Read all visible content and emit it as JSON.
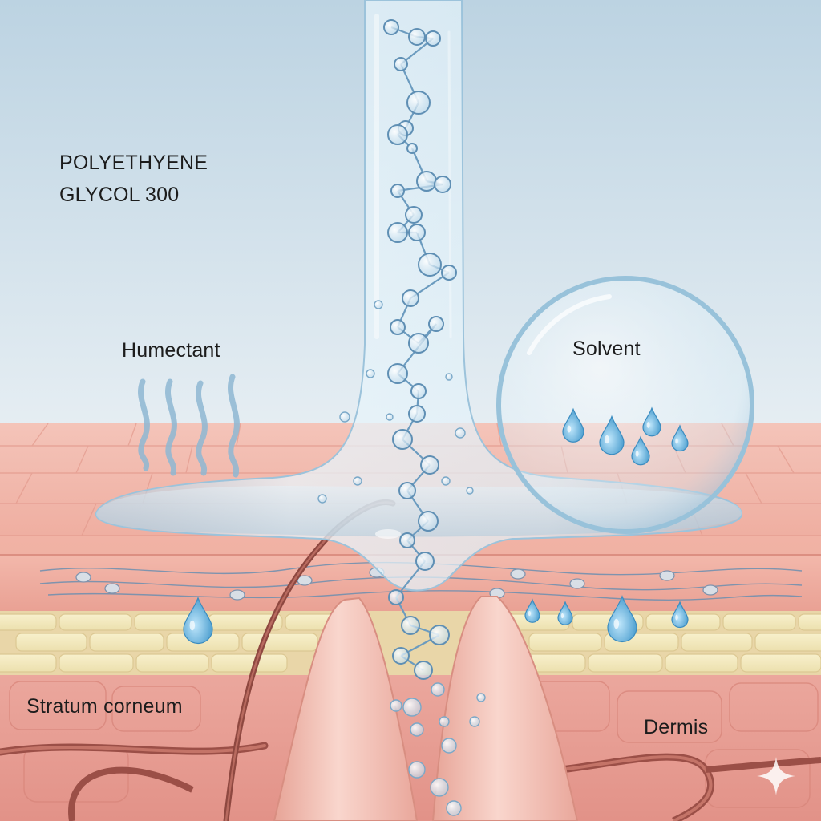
{
  "title": {
    "line1": "POLYETHYENE",
    "line2": "GLYCOL 300"
  },
  "labels": {
    "humectant": "Humectant",
    "solvent": "Solvent",
    "stratum_corneum": "Stratum corneum",
    "dermis": "Dermis"
  },
  "icons": {
    "watermark": "sparkle-icon"
  },
  "colors": {
    "background_top": "#c4d9e6",
    "background_bottom": "#e4edf2",
    "skin_surface": "#f2b7aa",
    "skin_epidermis": "#f0afa3",
    "stratum_layer": "#f3ecc4",
    "dermis": "#e99f96",
    "pore_cone": "#f4c3b7",
    "hair": "#9a5149",
    "liquid": "#d6ecf6",
    "droplet": "#5fb0dc",
    "molecule_stroke": "#6b9bbf"
  }
}
